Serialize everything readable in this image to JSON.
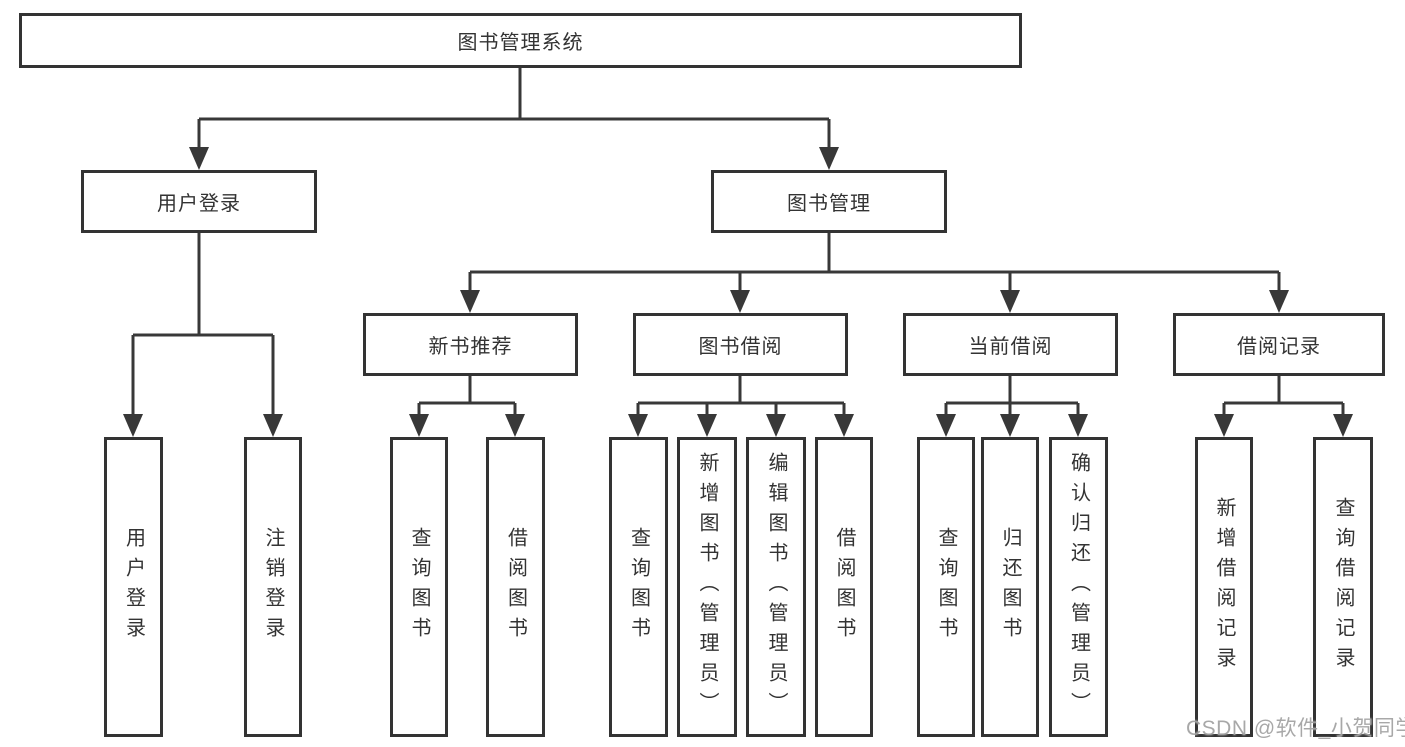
{
  "nodes": {
    "root": "图书管理系统",
    "level2": {
      "user_login": "用户登录",
      "book_mgmt": "图书管理"
    },
    "level3": {
      "new_books": "新书推荐",
      "book_borrow": "图书借阅",
      "current_borrow": "当前借阅",
      "borrow_records": "借阅记录"
    },
    "leaves": {
      "user_login_leaf": "用户登录",
      "logout": "注销登录",
      "nb_query": "查询图书",
      "nb_borrow": "借阅图书",
      "bb_query": "查询图书",
      "bb_add": "新增图书（管理员）",
      "bb_edit": "编辑图书（管理员）",
      "bb_borrow": "借阅图书",
      "cb_query": "查询图书",
      "cb_return": "归还图书",
      "cb_confirm": "确认归还（管理员）",
      "br_add": "新增借阅记录",
      "br_query": "查询借阅记录"
    }
  },
  "structure": {
    "图书管理系统": [
      "用户登录",
      "图书管理"
    ],
    "用户登录": [
      "用户登录",
      "注销登录"
    ],
    "图书管理": [
      "新书推荐",
      "图书借阅",
      "当前借阅",
      "借阅记录"
    ],
    "新书推荐": [
      "查询图书",
      "借阅图书"
    ],
    "图书借阅": [
      "查询图书",
      "新增图书（管理员）",
      "编辑图书（管理员）",
      "借阅图书"
    ],
    "当前借阅": [
      "查询图书",
      "归还图书",
      "确认归还（管理员）"
    ],
    "借阅记录": [
      "新增借阅记录",
      "查询借阅记录"
    ]
  },
  "watermark": "CSDN @软件_小贺同学",
  "colors": {
    "line": "#383838",
    "box_border": "#333333",
    "box_fill": "#ffffff",
    "text": "#333333",
    "watermark": "#9e9e9e"
  }
}
